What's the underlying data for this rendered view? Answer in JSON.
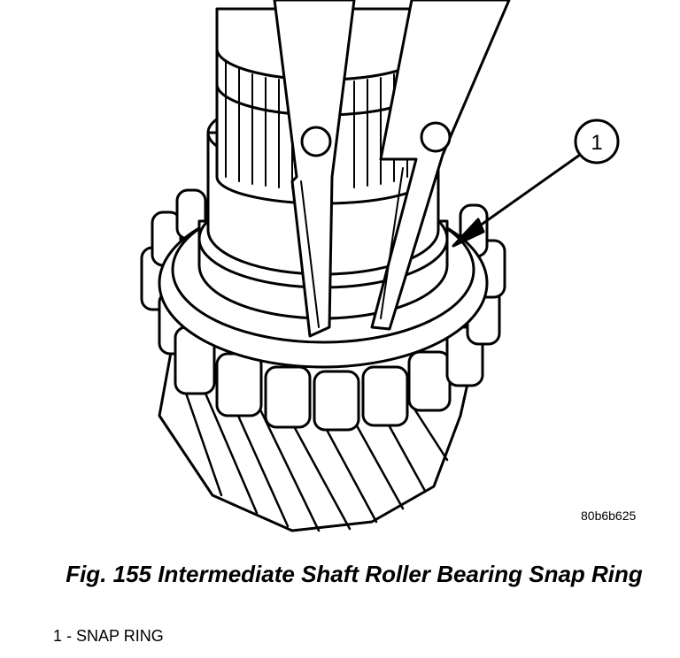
{
  "figure": {
    "callout_number": "1",
    "code": "80b6b625",
    "caption": "Fig. 155 Intermediate Shaft Roller Bearing Snap Ring",
    "legend_item": "1 - SNAP RING"
  }
}
